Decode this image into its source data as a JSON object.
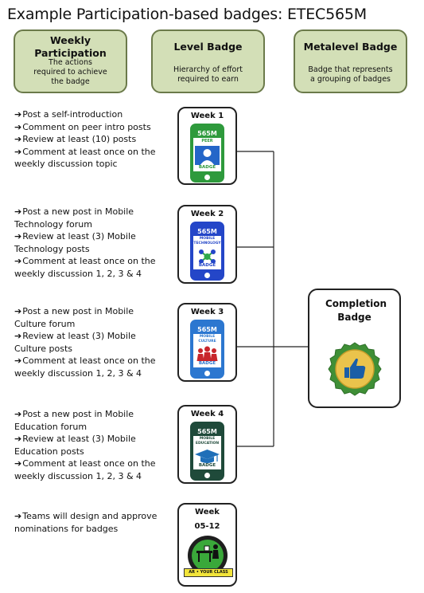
{
  "title": "Example Participation-based badges: ETEC565M",
  "headers": [
    {
      "title": "Weekly Participation",
      "desc": "The actions required to achieve the badge"
    },
    {
      "title": "Level Badge",
      "desc": "Hierarchy of effort required to earn"
    },
    {
      "title": "Metalevel Badge",
      "desc": "Badge that represents a grouping of badges"
    }
  ],
  "rows": [
    {
      "tasks": [
        "Post a self-introduction",
        "Comment on peer intro posts",
        "Review at least (10) posts",
        "Comment at least once on the weekly discussion topic"
      ],
      "week": "Week 1",
      "code": "565M",
      "subtitle": "PEER",
      "bottom": "BADGE",
      "color": "#2e9a3c",
      "icon": "person-icon"
    },
    {
      "tasks": [
        "Post a new post in Mobile Technology forum",
        "Review at least (3) Mobile Technology posts",
        "Comment at least once on the weekly discussion 1, 2, 3 & 4"
      ],
      "week": "Week 2",
      "code": "565M",
      "subtitle": "MOBILE TECHNOLOGY",
      "bottom": "BADGE",
      "color": "#2446c8",
      "icon": "network-icon"
    },
    {
      "tasks": [
        "Post a new post in Mobile Culture forum",
        "Review at least (3) Mobile Culture posts",
        "Comment at least once on the weekly discussion 1, 2, 3 & 4"
      ],
      "week": "Week 3",
      "code": "565M",
      "subtitle": "MOBILE CULTURE",
      "bottom": "BADGE",
      "color": "#2c77d0",
      "icon": "people-icon"
    },
    {
      "tasks": [
        "Post a new post in Mobile Education forum",
        "Review at least (3) Mobile Education posts",
        "Comment at least once on the weekly discussion 1, 2, 3 & 4"
      ],
      "week": "Week 4",
      "code": "565M",
      "subtitle": "MOBILE EDUCATION",
      "bottom": "BADGE",
      "color": "#1f4a3a",
      "icon": "graduation-cap-icon"
    },
    {
      "tasks": [
        "Teams will design and approve nominations for badges"
      ],
      "week": "Week",
      "week2": "05-12",
      "bottom": "AR • YOUR CLASS",
      "color": "#2fa84a",
      "icon": "desk-icon"
    }
  ],
  "completion": {
    "label": "Completion Badge",
    "icon": "thumbs-up-icon"
  }
}
